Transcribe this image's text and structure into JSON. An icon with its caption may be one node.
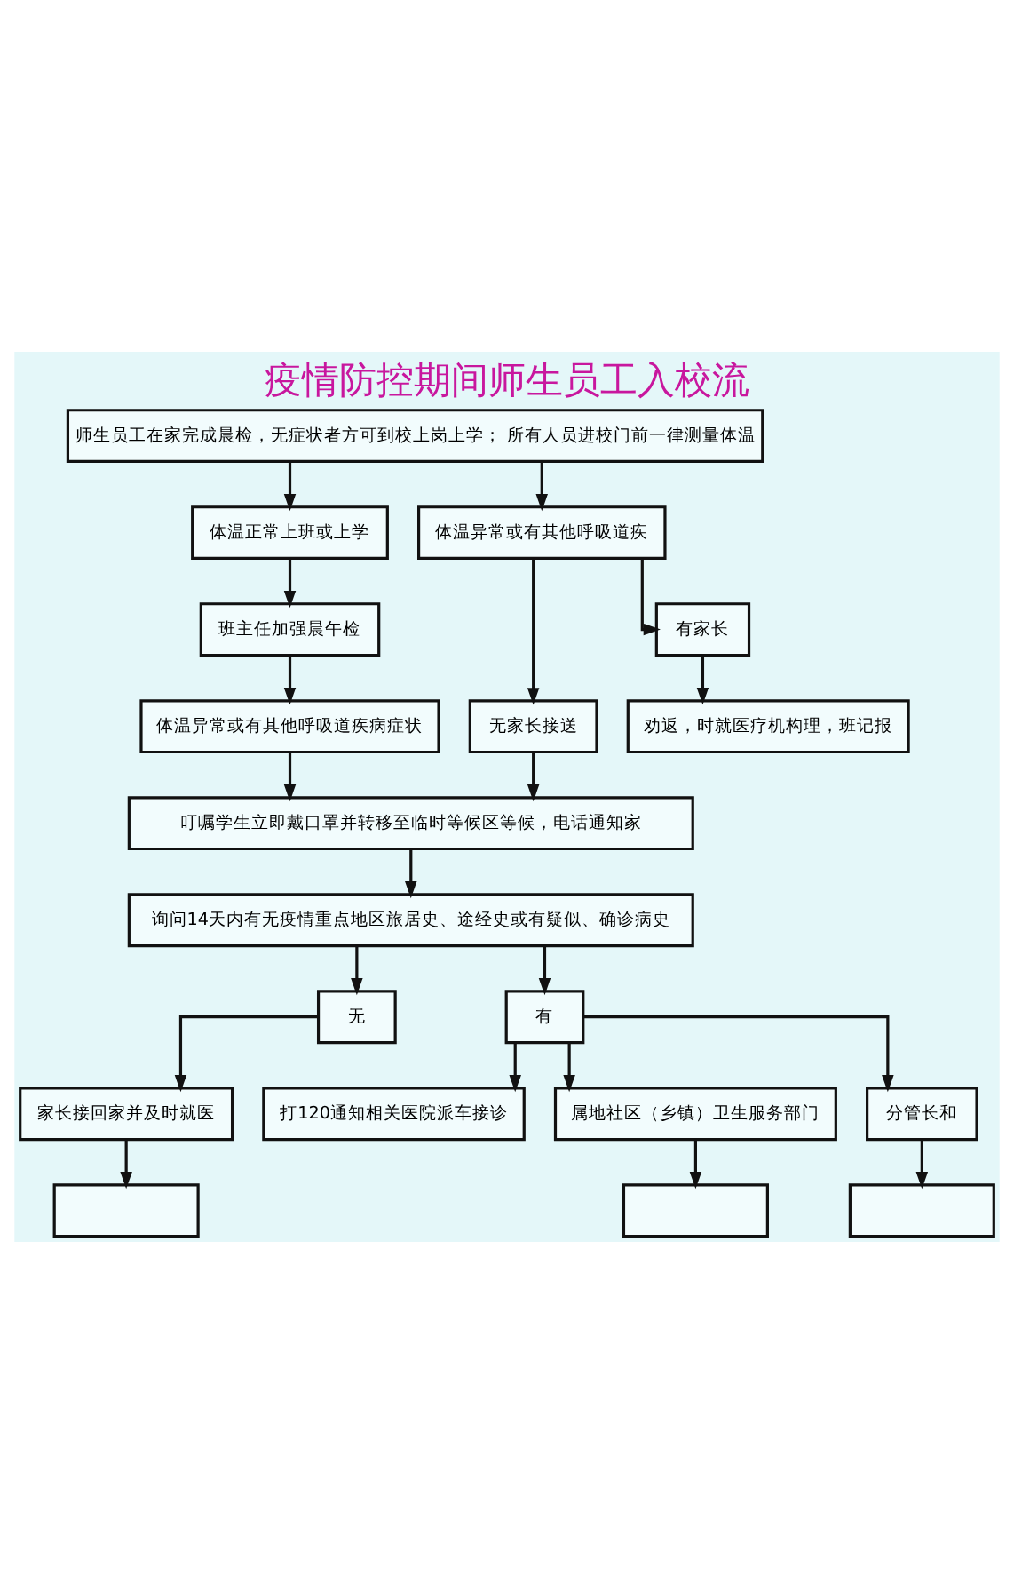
{
  "diagram": {
    "title": "疫情防控期间师生员工入校流",
    "nodes": [
      {
        "text": [
          "师生员工在家完成晨检，无症状者方可到校上岗上学； 所有人员进校门前一律测量体温"
        ]
      },
      {
        "text": [
          "体温正常上班或上学"
        ]
      },
      {
        "text": [
          "体温异常或有其他呼吸道疾"
        ]
      },
      {
        "text": [
          "班主任加强晨午检"
        ]
      },
      {
        "text": [
          "无家长接送"
        ]
      },
      {
        "text": [
          "有家长"
        ]
      },
      {
        "text": [
          "体温异常或有其他呼吸道疾病症状"
        ]
      },
      {
        "text": [
          "劝返，时就医疗机构理，班记报"
        ]
      },
      {
        "text": [
          "叮嘱学生立即戴口罩并转移至临时等候区等候，电话通知家"
        ]
      },
      {
        "text": [
          "询问14天内有无疫情重点地区旅居史、途经史或有疑似、确诊病史"
        ]
      },
      {
        "text": [
          "无"
        ]
      },
      {
        "text": [
          "有"
        ]
      },
      {
        "text": [
          "家长接回家并及时就医"
        ]
      },
      {
        "text": [
          "打120通知相关医院派车接诊"
        ]
      },
      {
        "text": [
          "属地社区（乡镇）卫生服务部门"
        ]
      },
      {
        "text": [
          "分管长和"
        ]
      },
      {
        "text": [],
        "shape": "box"
      },
      {
        "text": [],
        "shape": "box"
      },
      {
        "text": [],
        "shape": "box"
      }
    ],
    "edges": [
      {
        "from": 0,
        "to": 1,
        "arrow": "to"
      },
      {
        "from": 0,
        "to": 2,
        "arrow": "to"
      },
      {
        "from": 1,
        "to": 3,
        "arrow": "to"
      },
      {
        "from": 3,
        "to": 6,
        "arrow": "to"
      },
      {
        "from": 2,
        "to": 4,
        "arrow": "to"
      },
      {
        "from": 2,
        "to": 5,
        "arrow": "to"
      },
      {
        "from": 5,
        "to": 7,
        "arrow": "to"
      },
      {
        "from": 6,
        "to": 8,
        "arrow": "to"
      },
      {
        "from": 4,
        "to": 8,
        "arrow": "to"
      },
      {
        "from": 8,
        "to": 9,
        "arrow": "to"
      },
      {
        "from": 9,
        "to": 10,
        "arrow": "to"
      },
      {
        "from": 9,
        "to": 11,
        "arrow": "to"
      },
      {
        "from": 10,
        "to": 12,
        "arrow": "to"
      },
      {
        "from": 11,
        "to": 13,
        "arrow": "to"
      },
      {
        "from": 11,
        "to": 14,
        "arrow": "to"
      },
      {
        "from": 11,
        "to": 15,
        "arrow": "to"
      },
      {
        "from": 12,
        "to": 16,
        "arrow": "to"
      },
      {
        "from": 14,
        "to": 17,
        "arrow": "to"
      },
      {
        "from": 15,
        "to": 18,
        "arrow": "to"
      }
    ]
  }
}
